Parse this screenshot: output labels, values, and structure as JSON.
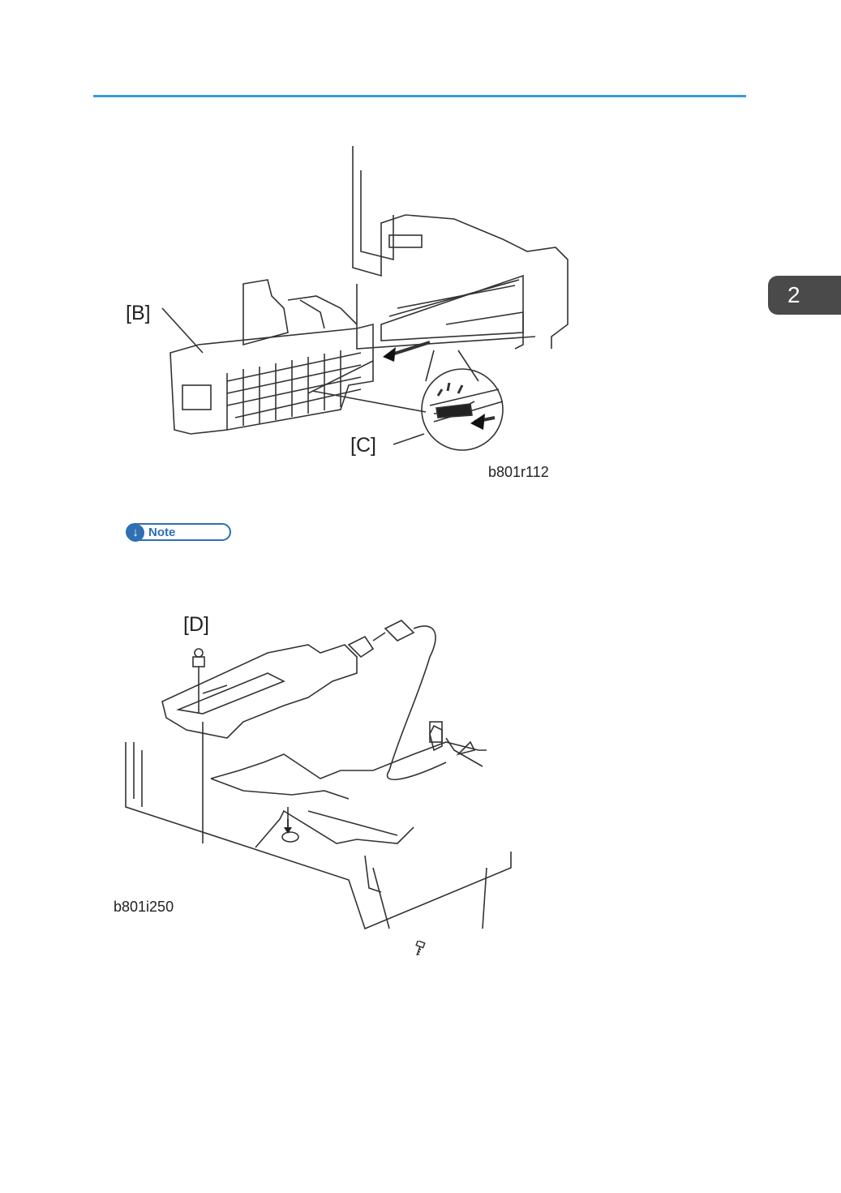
{
  "chapter_tab": "2",
  "figure1": {
    "callout_b": "[B]",
    "callout_c": "[C]",
    "figure_id": "b801r112"
  },
  "note": {
    "label": "Note",
    "icon": "down-arrow-circle-icon"
  },
  "figure2": {
    "callout_d": "[D]",
    "figure_id": "b801i250"
  },
  "footer_icon": "screw-icon",
  "colors": {
    "header_rule": "#3a9ad9",
    "chapter_tab_bg": "#4a4a4a",
    "note_blue": "#2f6fb3"
  }
}
